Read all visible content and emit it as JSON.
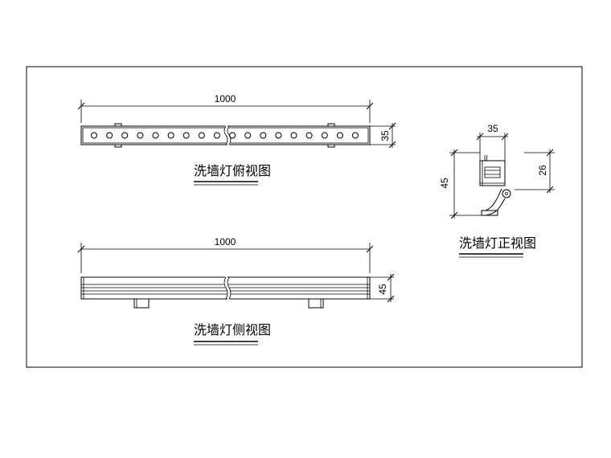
{
  "top_view": {
    "title": "洗墙灯俯视图",
    "length_dim": "1000",
    "height_dim": "35",
    "led_count": 18
  },
  "side_view": {
    "title": "洗墙灯侧视图",
    "length_dim": "1000",
    "height_dim": "45"
  },
  "front_view": {
    "title": "洗墙灯正视图",
    "width_dim": "35",
    "height_dim": "45",
    "body_dim": "26"
  }
}
